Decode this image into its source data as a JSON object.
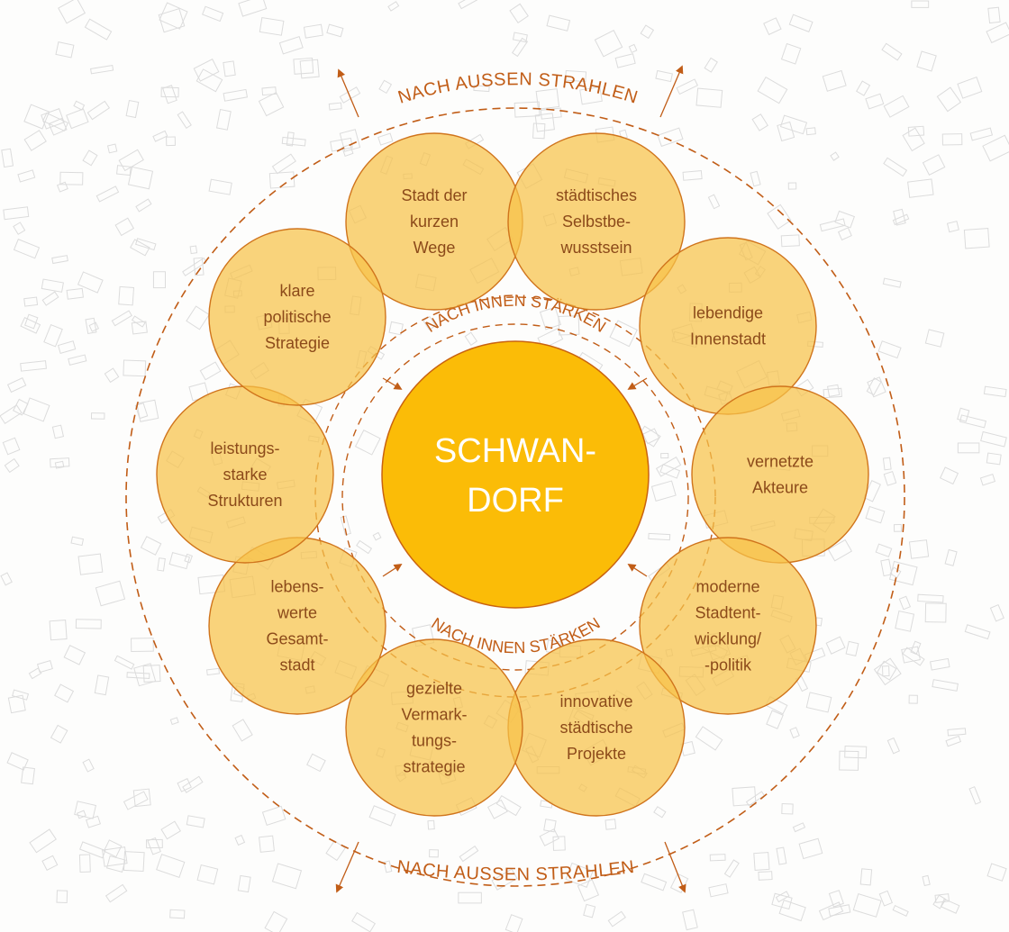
{
  "center": {
    "lines": [
      "SCHWAN-",
      "DORF"
    ]
  },
  "outer_label_top": "NACH AUSSEN STRAHLEN",
  "outer_label_bottom": "NACH AUSSEN STRAHLEN",
  "inner_label_top": "NACH INNEN STÄRKEN",
  "inner_label_bottom": "NACH INNEN STÄRKEN",
  "nodes": [
    {
      "id": "stadt-der-kurzen-wege",
      "lines": [
        "Stadt der",
        "kurzen",
        "Wege"
      ]
    },
    {
      "id": "staedtisches-selbstbewusstsein",
      "lines": [
        "städtisches",
        "Selbstbe-",
        "wusstsein"
      ]
    },
    {
      "id": "lebendige-innenstadt",
      "lines": [
        "lebendige",
        "Innenstadt"
      ]
    },
    {
      "id": "vernetzte-akteure",
      "lines": [
        "vernetzte",
        "Akteure"
      ]
    },
    {
      "id": "moderne-stadtentwicklung",
      "lines": [
        "moderne",
        "Stadtent-",
        "wicklung/",
        "-politik"
      ]
    },
    {
      "id": "innovative-projekte",
      "lines": [
        "innovative",
        "städtische",
        "Projekte"
      ]
    },
    {
      "id": "gezielte-vermarktungsstrategie",
      "lines": [
        "gezielte",
        "Vermark-",
        "tungs-",
        "strategie"
      ]
    },
    {
      "id": "lebenswerte-gesamtstadt",
      "lines": [
        "lebens-",
        "werte",
        "Gesamt-",
        "stadt"
      ]
    },
    {
      "id": "leistungsstarke-strukturen",
      "lines": [
        "leistungs-",
        "starke",
        "Strukturen"
      ]
    },
    {
      "id": "klare-politische-strategie",
      "lines": [
        "klare",
        "politische",
        "Strategie"
      ]
    }
  ],
  "colors": {
    "center_fill": "#fbbc07",
    "center_stroke": "#c9620f",
    "node_fill": "#f7c24a",
    "node_stroke": "#d0741c",
    "accent": "#c15d17",
    "node_text": "#8c4a1a",
    "center_text": "#ffffff",
    "map_lines": "#dcdcdc"
  }
}
